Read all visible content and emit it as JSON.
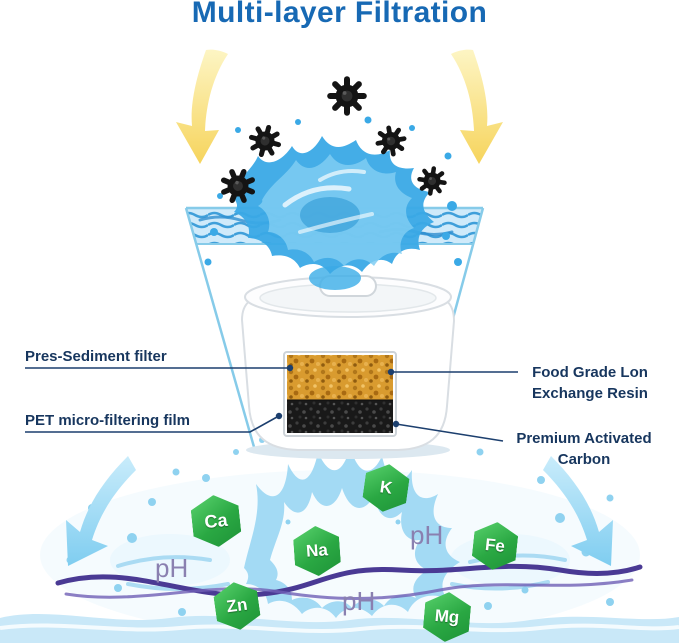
{
  "title": "Multi-layer Filtration",
  "callouts": {
    "pre_sediment": "Pres-Sediment filter",
    "pet_film": "PET micro-filtering film",
    "resin": "Food Grade Lon\nExchange Resin",
    "carbon": "Premium Activated\nCarbon"
  },
  "minerals": [
    {
      "symbol": "Ca"
    },
    {
      "symbol": "K"
    },
    {
      "symbol": "Na"
    },
    {
      "symbol": "Fe"
    },
    {
      "symbol": "Zn"
    },
    {
      "symbol": "Mg"
    }
  ],
  "ph": [
    "pH",
    "pH",
    "pH"
  ],
  "icons": {
    "germ": "spiky-virus-circle",
    "yellow_arrow": "tapered-down-arrow",
    "blue_arrow": "tapered-down-arrow",
    "mineral_badge": "hexagon"
  },
  "colors": {
    "title_blue": "#1769b4",
    "label_navy": "#17365e",
    "mineral_green": "#2aa843",
    "arrow_yellow": "#f6d45c",
    "water_blue": "#3aa9e6",
    "light_water": "#9ed8f3",
    "wave_purple": "#4a3a94",
    "resin_orange": "#d99b2f",
    "carbon_black": "#1c1c1c"
  }
}
